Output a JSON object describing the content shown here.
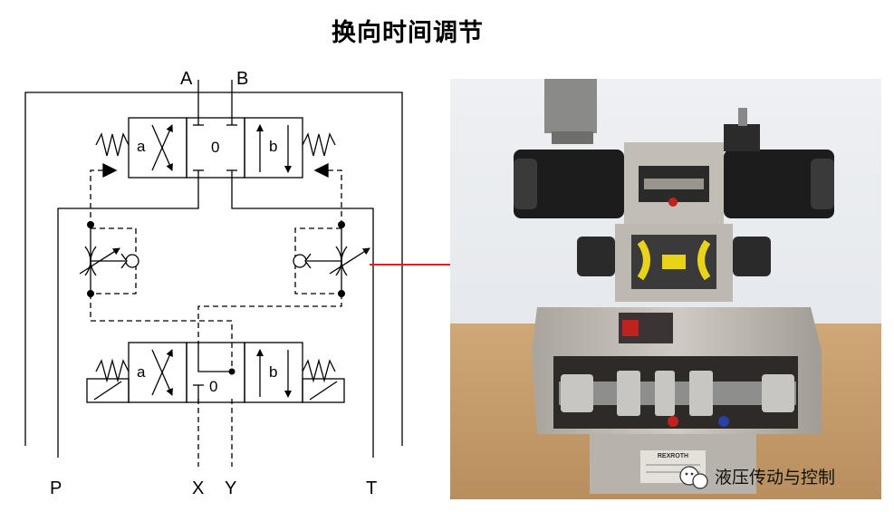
{
  "title": "换向时间调节",
  "ports": {
    "A": "A",
    "B": "B",
    "P": "P",
    "T": "T",
    "X": "X",
    "Y": "Y"
  },
  "pilot_valve": {
    "pos_a": "a",
    "pos_0": "0",
    "pos_b": "b"
  },
  "main_valve": {
    "pos_a": "a",
    "pos_0": "0",
    "pos_b": "b"
  },
  "photo": {
    "nameplate_text": "REXROTH",
    "watermark": "液压传动与控制"
  },
  "colors": {
    "arrow": "#e0201a",
    "line": "#000000",
    "valve_body": "#b9b5ad",
    "solenoid": "#1c1c1c",
    "table": "#c29a6a",
    "wall": "#e9ecf0",
    "spring_yellow": "#e8d21a",
    "seal_red": "#c0231d",
    "seal_blue": "#2840a8"
  }
}
